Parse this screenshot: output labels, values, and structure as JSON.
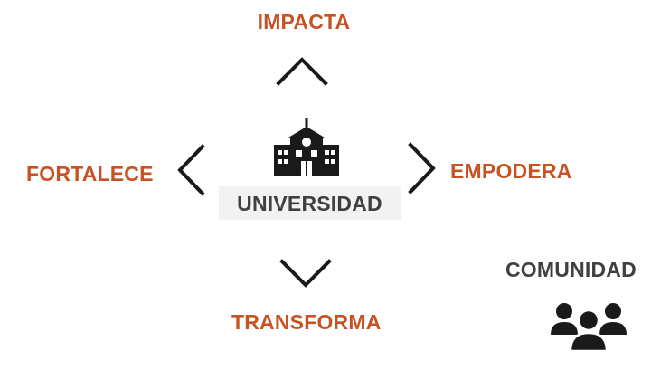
{
  "center": {
    "label": "UNIVERSIDAD",
    "icon": "school-building-icon"
  },
  "actions": {
    "up": "IMPACTA",
    "left": "FORTALECE",
    "right": "EMPODERA",
    "down": "TRANSFORMA"
  },
  "community": {
    "label": "COMUNIDAD",
    "icon": "people-group-icon"
  },
  "arrows": {
    "up": "chevron-up-icon",
    "left": "chevron-left-icon",
    "right": "chevron-right-icon",
    "down": "chevron-down-icon"
  },
  "colors": {
    "accent": "#c75224",
    "text_dark": "#404040",
    "icon": "#1a1a1a",
    "label_background": "#f2f2f2"
  }
}
